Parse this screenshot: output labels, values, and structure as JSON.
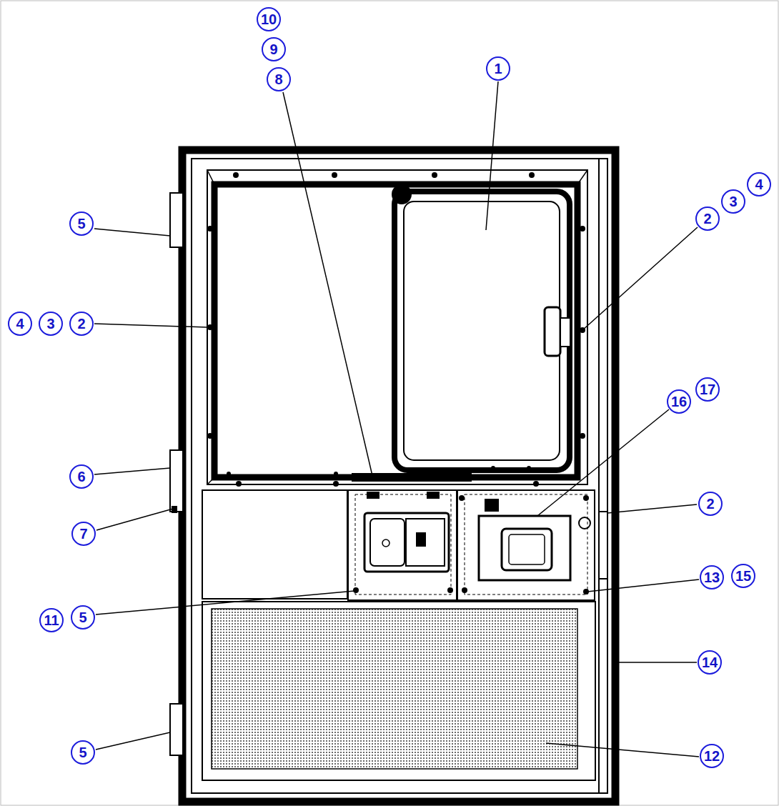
{
  "diagram": {
    "labels": [
      "10",
      "9",
      "8",
      "1",
      "4",
      "3",
      "2",
      "5",
      "4",
      "3",
      "2",
      "17",
      "16",
      "6",
      "2",
      "7",
      "13",
      "15",
      "11",
      "5",
      "14",
      "5",
      "12"
    ]
  }
}
